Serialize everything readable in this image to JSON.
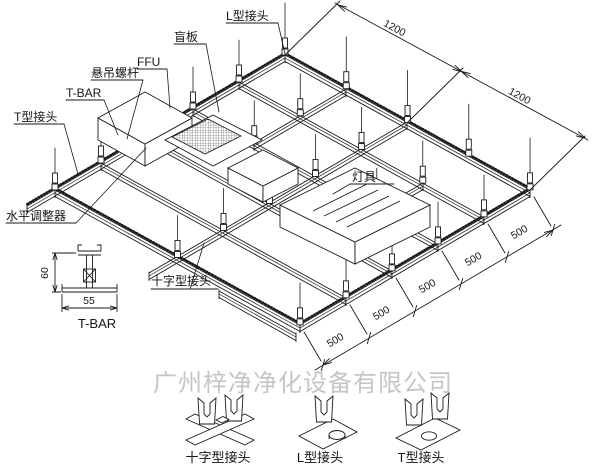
{
  "watermark": "广州梓净净化设备有限公司",
  "callouts": {
    "l_joint": "L型接头",
    "blind_panel": "盲板",
    "ffu": "FFU",
    "hanger_rod": "悬吊螺杆",
    "tbar": "T-BAR",
    "t_joint": "T型接头",
    "leveler": "水平调整器",
    "light": "灯具",
    "cross_joint": "十字型接头"
  },
  "dimensions": {
    "top": [
      "1200",
      "1200"
    ],
    "bottom": [
      "500",
      "500",
      "500",
      "500",
      "500"
    ],
    "tbar_height": "60",
    "tbar_width": "55",
    "tbar_label": "T-BAR"
  },
  "legend": [
    {
      "label": "十字型接头"
    },
    {
      "label": "L型接头"
    },
    {
      "label": "T型接头"
    }
  ],
  "colors": {
    "line": "#1a1a1a",
    "watermark": "#c5c5c5",
    "background": "#ffffff"
  }
}
